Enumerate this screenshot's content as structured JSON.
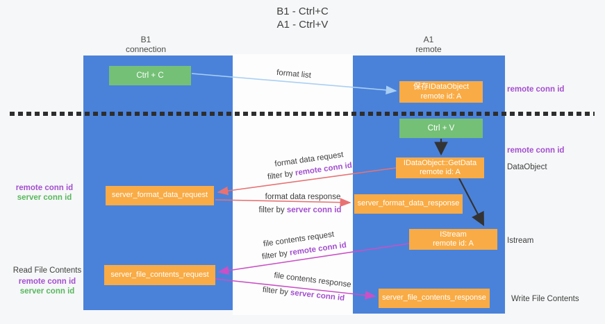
{
  "title": {
    "line1": "B1 - Ctrl+C",
    "line2": "A1 - Ctrl+V"
  },
  "columns": {
    "left": {
      "name": "B1",
      "role": "connection"
    },
    "right": {
      "name": "A1",
      "role": "remote"
    }
  },
  "boxes": {
    "ctrl_c": {
      "label": "Ctrl + C"
    },
    "save_idataobject": {
      "line1": "保存IDataObject",
      "line2": "remote id: A"
    },
    "ctrl_v": {
      "label": "Ctrl + V"
    },
    "getdata": {
      "line1": "IDataObject::GetData",
      "line2": "remote id: A"
    },
    "istream": {
      "line1": "IStream",
      "line2": "remote id: A"
    },
    "format_request": {
      "label": "server_format_data_request"
    },
    "format_response": {
      "label": "server_format_data_response"
    },
    "file_request": {
      "label": "server_file_contents_request"
    },
    "file_response": {
      "label": "server_file_contents_response"
    }
  },
  "annotations": {
    "right": {
      "remote_conn_id_top": "remote conn id",
      "remote_conn_id_mid": "remote conn id",
      "dataobject": "DataObject",
      "istream": "Istream",
      "write_file_contents": "Write File Contents"
    },
    "left": {
      "remote_conn_id_1": "remote conn id",
      "server_conn_id_1": "server conn id",
      "read_file_contents": "Read File Contents",
      "remote_conn_id_2": "remote conn id",
      "server_conn_id_2": "server conn id"
    }
  },
  "arrow_labels": {
    "format_list": "format list",
    "format_request": {
      "line1": "format data request",
      "prefix": "filter by ",
      "keyword": "remote conn id"
    },
    "format_response": {
      "line1": "format data response",
      "prefix": "filter by ",
      "keyword": "server conn id"
    },
    "file_request": {
      "line1": "file contents request",
      "prefix": "filter by ",
      "keyword": "remote conn id"
    },
    "file_response": {
      "line1": "file contents response",
      "prefix": "filter by ",
      "keyword": "server conn id"
    }
  },
  "colors": {
    "column_blue": "#4a82da",
    "box_green": "#74c076",
    "box_orange": "#f9ab45",
    "arrow_light_blue": "#a9cff2",
    "arrow_red": "#e87272",
    "arrow_magenta": "#cb50c5",
    "arrow_black": "#333333",
    "remote_conn_id_purple": "#a34fcf",
    "server_conn_id_green": "#58b75e",
    "dashed_line": "#2e2e2e",
    "background": "#f6f7f8"
  }
}
